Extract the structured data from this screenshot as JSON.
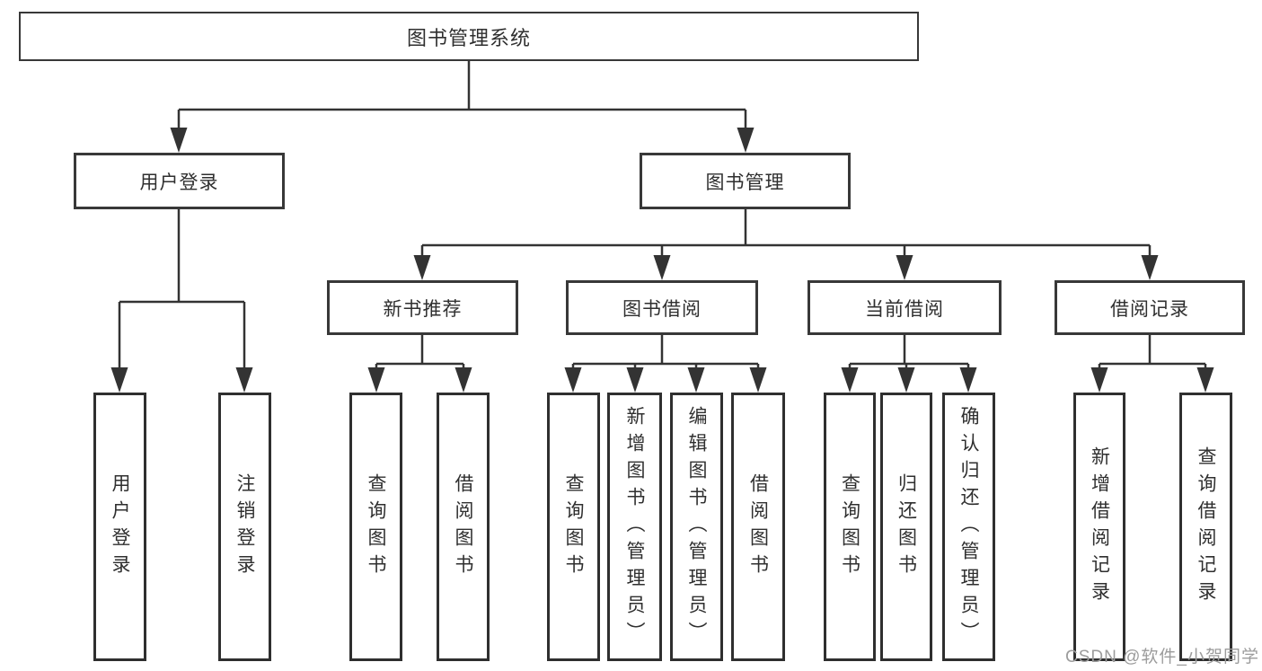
{
  "diagram": {
    "root": {
      "label": "图书管理系统",
      "children": [
        {
          "label": "用户登录",
          "children": [
            {
              "label": "用户登录"
            },
            {
              "label": "注销登录"
            }
          ]
        },
        {
          "label": "图书管理",
          "children": [
            {
              "label": "新书推荐",
              "children": [
                {
                  "label": "查询图书"
                },
                {
                  "label": "借阅图书"
                }
              ]
            },
            {
              "label": "图书借阅",
              "children": [
                {
                  "label": "查询图书"
                },
                {
                  "label": "新增图书（管理员）"
                },
                {
                  "label": "编辑图书（管理员）"
                },
                {
                  "label": "借阅图书"
                }
              ]
            },
            {
              "label": "当前借阅",
              "children": [
                {
                  "label": "查询图书"
                },
                {
                  "label": "归还图书"
                },
                {
                  "label": "确认归还（管理员）"
                }
              ]
            },
            {
              "label": "借阅记录",
              "children": [
                {
                  "label": "新增借阅记录"
                },
                {
                  "label": "查询借阅记录"
                }
              ]
            }
          ]
        }
      ]
    }
  },
  "watermark": {
    "text": "CSDN @软件_小贺同学"
  },
  "colors": {
    "line": "#333333",
    "box_border": "#383838",
    "text": "#2f2f2f",
    "watermark": "#9c9c9c",
    "background": "#ffffff"
  }
}
